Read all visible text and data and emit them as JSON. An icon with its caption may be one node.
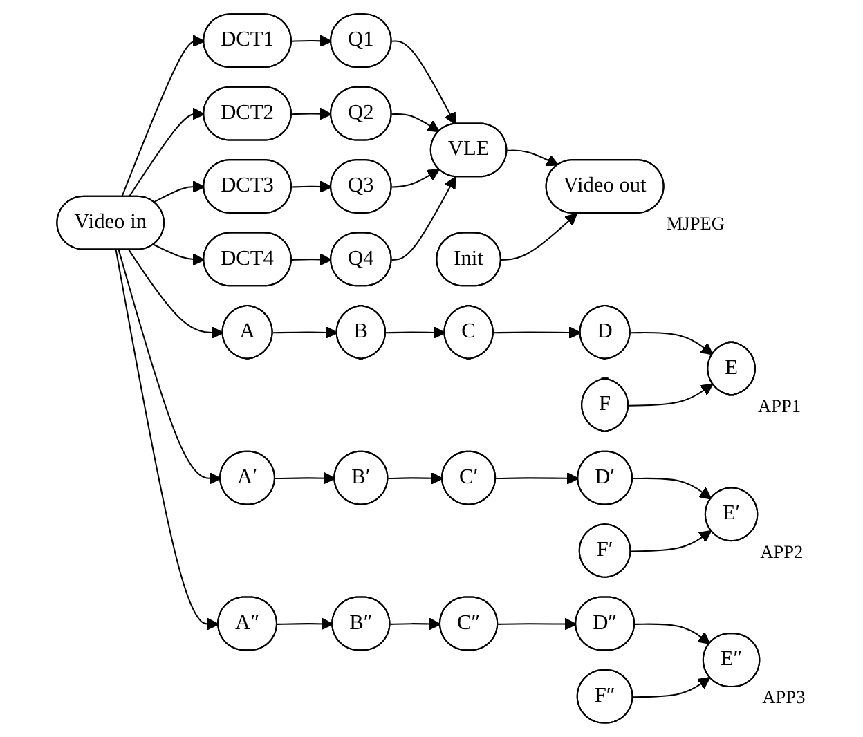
{
  "diagram": {
    "nodes": [
      {
        "text": [
          "Video in"
        ]
      },
      {
        "text": [
          "DCT1"
        ]
      },
      {
        "text": [
          "Q1"
        ]
      },
      {
        "text": [
          "DCT2"
        ]
      },
      {
        "text": [
          "Q2"
        ]
      },
      {
        "text": [
          "DCT3"
        ]
      },
      {
        "text": [
          "Q3"
        ]
      },
      {
        "text": [
          "DCT4"
        ]
      },
      {
        "text": [
          "Q4"
        ]
      },
      {
        "text": [
          "VLE"
        ]
      },
      {
        "text": [
          "Video out"
        ],
        "beside": [
          "MJPEG"
        ]
      },
      {
        "text": [
          "Init"
        ]
      },
      {
        "text": [
          "A"
        ]
      },
      {
        "text": [
          "B"
        ]
      },
      {
        "text": [
          "C"
        ]
      },
      {
        "text": [
          "D"
        ]
      },
      {
        "text": [
          "E"
        ],
        "beside": [
          "APP1"
        ]
      },
      {
        "text": [
          "F"
        ]
      },
      {
        "text": [
          "A′"
        ]
      },
      {
        "text": [
          "B′"
        ]
      },
      {
        "text": [
          "C′"
        ]
      },
      {
        "text": [
          "D′"
        ]
      },
      {
        "text": [
          "E′"
        ],
        "beside": [
          "APP2"
        ]
      },
      {
        "text": [
          "F′"
        ]
      },
      {
        "text": [
          "A″"
        ]
      },
      {
        "text": [
          "B″"
        ]
      },
      {
        "text": [
          "C″"
        ]
      },
      {
        "text": [
          "D″"
        ]
      },
      {
        "text": [
          "E″"
        ],
        "beside": [
          "APP3"
        ]
      },
      {
        "text": [
          "F″"
        ]
      }
    ],
    "edges": [
      {
        "from": 0,
        "to": 1,
        "arrow": "to"
      },
      {
        "from": 0,
        "to": 3,
        "arrow": "to"
      },
      {
        "from": 0,
        "to": 5,
        "arrow": "to"
      },
      {
        "from": 0,
        "to": 7,
        "arrow": "to"
      },
      {
        "from": 1,
        "to": 2,
        "arrow": "to"
      },
      {
        "from": 3,
        "to": 4,
        "arrow": "to"
      },
      {
        "from": 5,
        "to": 6,
        "arrow": "to"
      },
      {
        "from": 7,
        "to": 8,
        "arrow": "to"
      },
      {
        "from": 2,
        "to": 9,
        "arrow": "to"
      },
      {
        "from": 4,
        "to": 9,
        "arrow": "to"
      },
      {
        "from": 6,
        "to": 9,
        "arrow": "to"
      },
      {
        "from": 8,
        "to": 9,
        "arrow": "to"
      },
      {
        "from": 9,
        "to": 10,
        "arrow": "to"
      },
      {
        "from": 11,
        "to": 10,
        "arrow": "to"
      },
      {
        "from": 0,
        "to": 12,
        "arrow": "to"
      },
      {
        "from": 12,
        "to": 13,
        "arrow": "to"
      },
      {
        "from": 13,
        "to": 14,
        "arrow": "to"
      },
      {
        "from": 14,
        "to": 15,
        "arrow": "to"
      },
      {
        "from": 15,
        "to": 16,
        "arrow": "to"
      },
      {
        "from": 17,
        "to": 16,
        "arrow": "to"
      },
      {
        "from": 0,
        "to": 18,
        "arrow": "to"
      },
      {
        "from": 18,
        "to": 19,
        "arrow": "to"
      },
      {
        "from": 19,
        "to": 20,
        "arrow": "to"
      },
      {
        "from": 20,
        "to": 21,
        "arrow": "to"
      },
      {
        "from": 21,
        "to": 22,
        "arrow": "to"
      },
      {
        "from": 23,
        "to": 22,
        "arrow": "to"
      },
      {
        "from": 0,
        "to": 24,
        "arrow": "to"
      },
      {
        "from": 24,
        "to": 25,
        "arrow": "to"
      },
      {
        "from": 25,
        "to": 26,
        "arrow": "to"
      },
      {
        "from": 26,
        "to": 27,
        "arrow": "to"
      },
      {
        "from": 27,
        "to": 28,
        "arrow": "to"
      },
      {
        "from": 29,
        "to": 28,
        "arrow": "to"
      }
    ]
  }
}
